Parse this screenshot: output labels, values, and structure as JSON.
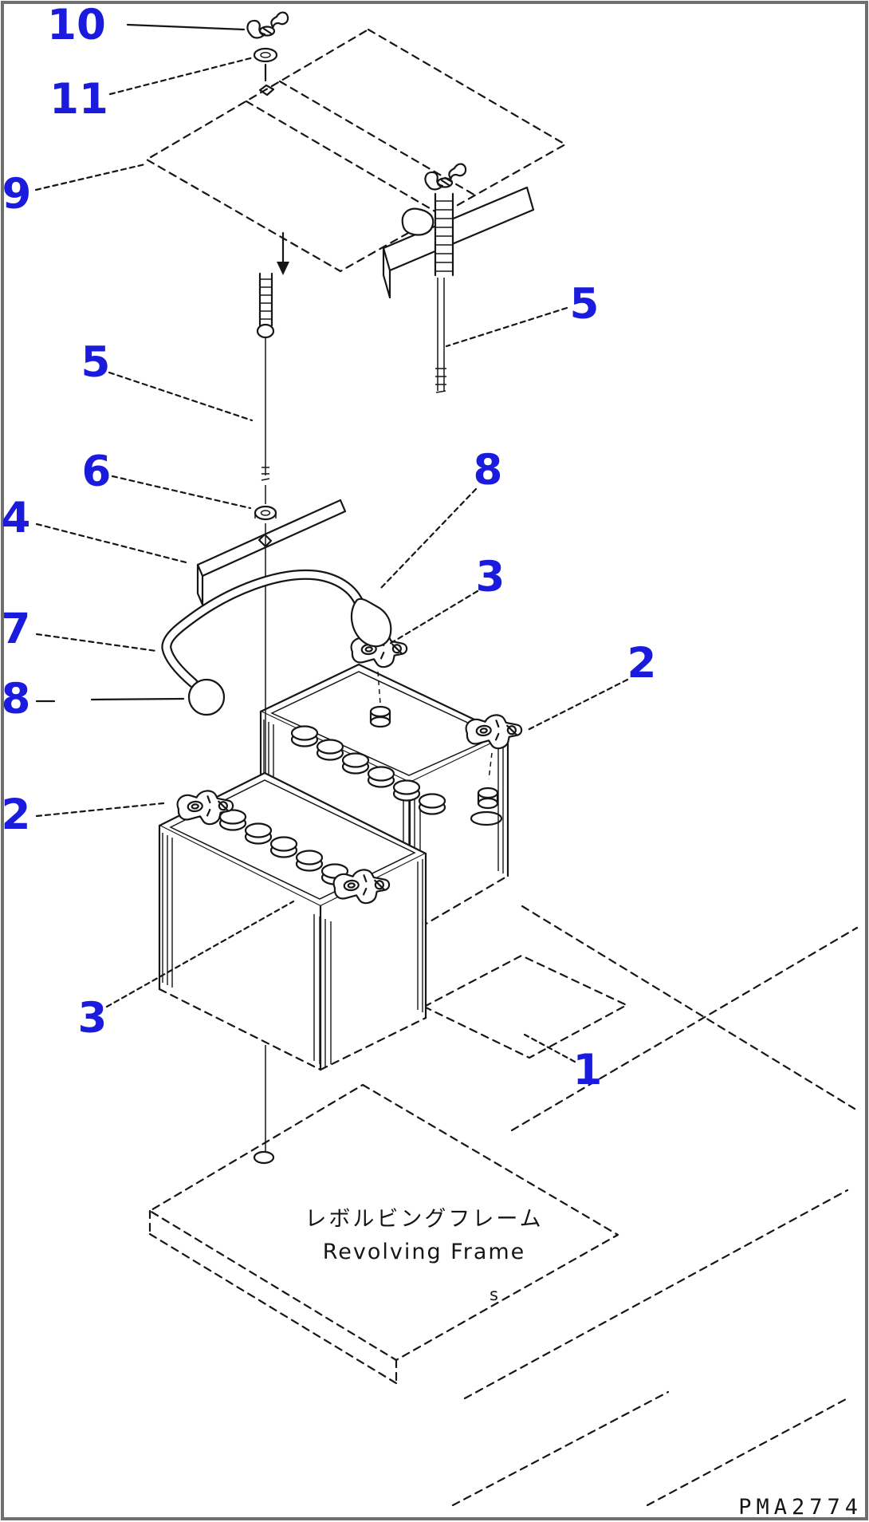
{
  "drawing": {
    "type": "exploded-parts-diagram",
    "subject": "battery mounting group",
    "drawing_number": "PMA2774",
    "frame_label_jp": "レボルビングフレーム",
    "frame_label_en": "Revolving Frame",
    "stray_mark": "s",
    "colors": {
      "callout_blue": "#1b1bdd",
      "line_black": "#161616",
      "background": "#ffffff",
      "border_gray": "#6f6f6f"
    },
    "callouts": [
      "10",
      "11",
      "9",
      "5",
      "5",
      "6",
      "8",
      "4",
      "3",
      "7",
      "2",
      "8",
      "2",
      "3",
      "1"
    ],
    "icons": [
      "wing-nut-icon",
      "washer-icon",
      "square-hole-icon",
      "battery-cover",
      "hold-down-rod",
      "hold-down-bracket",
      "nut-icon",
      "battery-cable",
      "cable-boot",
      "terminal-clamp",
      "battery",
      "revolving-frame-plate",
      "down-arrow-icon",
      "rod-foot-icon"
    ]
  }
}
